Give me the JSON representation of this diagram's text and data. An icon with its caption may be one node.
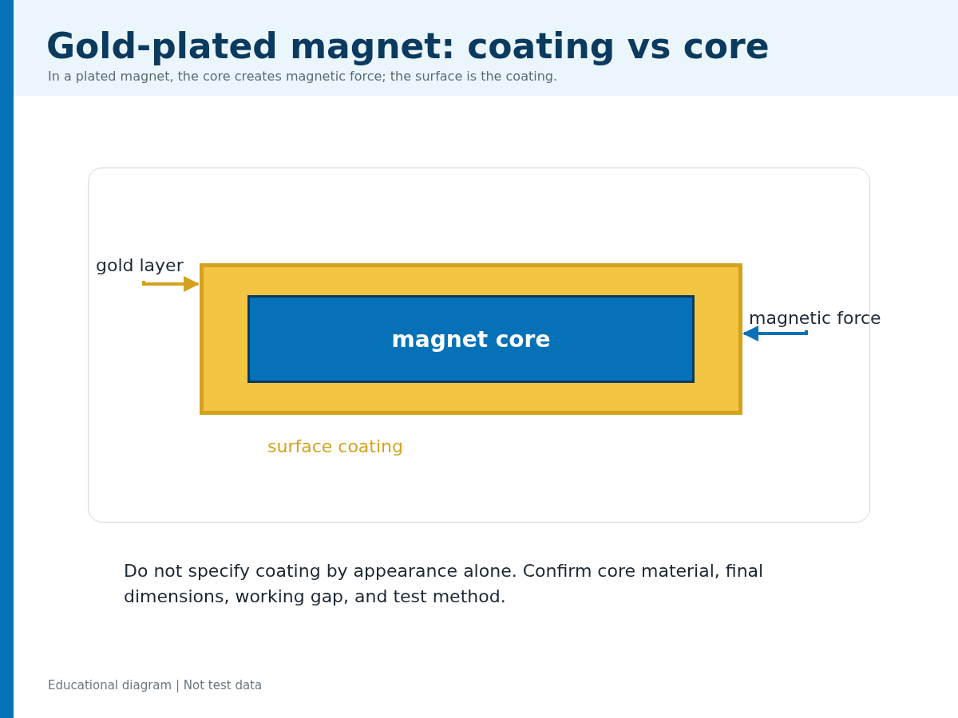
{
  "diagram": {
    "title": "Gold-plated magnet: coating vs core",
    "nodes": [
      {
        "text": [],
        "shape": "box",
        "beside": [
          "surface coating"
        ]
      },
      {
        "text": [
          "magnet core"
        ],
        "in": 0
      },
      {
        "text": [
          "gold layer"
        ]
      },
      {
        "text": [
          "magnetic force"
        ]
      }
    ],
    "edges": [
      {
        "from": 2,
        "to": 0,
        "arrow": "to",
        "color": "#d4a21e"
      },
      {
        "from": 3,
        "to": 0,
        "arrow": "to",
        "color": "#0771b8"
      }
    ],
    "labels": [
      "In a plated magnet, the core creates magnetic force; the surface is the coating.",
      "Do not specify coating by appearance alone. Confirm core material, final dimensions, working gap, and test method.",
      "Educational diagram | Not test data"
    ]
  }
}
